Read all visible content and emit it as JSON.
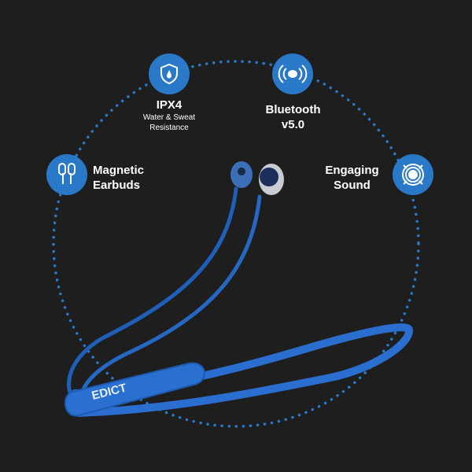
{
  "brand": "EDICT",
  "accent_color": "#2a78c8",
  "features": [
    {
      "icon": "water-shield-icon",
      "title": "IPX4",
      "subtitle": "Water & Sweat Resistance",
      "subtitle_line1": "Water & Sweat",
      "subtitle_line2": "Resistance"
    },
    {
      "icon": "bluetooth-waves-icon",
      "title": "Bluetooth",
      "title2": "v5.0"
    },
    {
      "icon": "earbuds-icon",
      "title": "Magnetic",
      "title2": "Earbuds"
    },
    {
      "icon": "sound-rings-icon",
      "title": "Engaging",
      "title2": "Sound"
    }
  ]
}
